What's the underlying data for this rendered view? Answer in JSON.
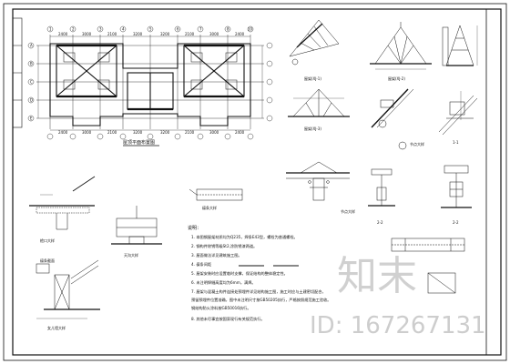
{
  "drawing": {
    "plan_title": "屋顶平面布置图",
    "plan_dims_top": [
      "2400",
      "3000",
      "2100",
      "3200",
      "3200",
      "2100",
      "3000",
      "2400"
    ],
    "plan_dims_bottom": [
      "2400",
      "3000",
      "2100",
      "3200",
      "3200",
      "2100",
      "3000",
      "2400"
    ],
    "axis_numbers": [
      "1",
      "2",
      "3",
      "4",
      "5",
      "6",
      "7",
      "8",
      "9",
      "10"
    ],
    "axis_letters": [
      "A",
      "B",
      "C",
      "D",
      "E"
    ],
    "detail_labels": {
      "truss_a": "屋架(XJ-1)",
      "truss_b": "屋架(XJ-2)",
      "truss_c": "屋架(XJ-3)",
      "section_1": "1-1",
      "section_2a": "2-2",
      "section_2b": "2-2",
      "node_a": "节点大样",
      "node_b": "节点大样",
      "eave_detail": "檐口大样",
      "gutter_detail": "天沟大样",
      "parapet_detail": "女儿墙大样",
      "beam_detail": "檩条大样",
      "beam_section_label": "檩条截面"
    },
    "notes_title": "说明：",
    "notes": [
      "1. 本图钢屋架材质均为Q235，焊条E43型，螺栓为普通螺栓。",
      "2. 钢构件除锈等级St2,涂防锈漆两道。",
      "3. 屋面做法详见建筑施工图。",
      "4. 檩条间距                          ",
      "5. 屋架安装时应设置临时支撑，保证结构的整体稳定性。",
      "6. 未注明焊缝高度均为6mm，满焊。",
      "7. 屋架与混凝土构件连接处预埋件详见结构施工图，施工时应与土建密切配合，",
      "   预留预埋件位置准确，图中未注明尺寸按GB50205执行，严格按照规范施工验收。",
      "   钢结构防火涂料按GB50016执行。",
      "8. 其他未尽事宜按国家现行有关规范执行。"
    ]
  },
  "watermark": {
    "brand": "知末",
    "id_text": "ID: 167267131"
  }
}
